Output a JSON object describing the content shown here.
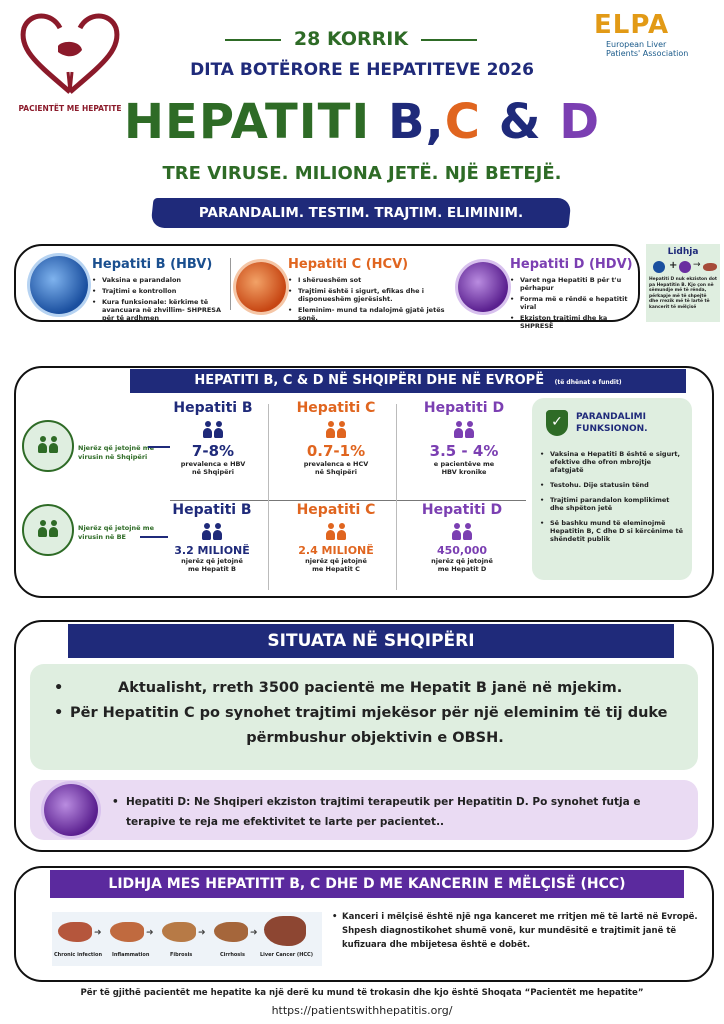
{
  "header": {
    "date": "28 KORRIK",
    "day": "DITA BOTËRORE E HEPATITEVE 2026",
    "title_main": "HEPATITI ",
    "title_b": "B,",
    "title_c": "C",
    "title_amp": " & ",
    "title_d": "D",
    "tagline": "TRE VIRUSE. MILIONA JETË. NJË  BETEJË.",
    "banner": "PARANDALIM. TESTIM. TRAJTIM. ELIMINIM."
  },
  "logo_left": {
    "caption": "PACIENTËT ME HEPATITE"
  },
  "logo_right": {
    "abbr": "ELPA",
    "line1": "European Liver",
    "line2": "Patients' Association"
  },
  "viruses": [
    {
      "title": "Hepatiti B (HBV)",
      "points": [
        "Vaksina e parandalon",
        "Trajtimi e kontrollon",
        "Kura funksionale: kërkime të avancuara në zhvillim- SHPRESA për të ardhmen"
      ]
    },
    {
      "title": "Hepatiti C (HCV)",
      "points": [
        "I shërueshëm sot",
        "Trajtimi është i sigurt, efikas dhe i disponueshëm gjerësisht.",
        "Eleminim- mund ta ndalojmë gjatë jetës sonë."
      ]
    },
    {
      "title": "Hepatiti D (HDV)",
      "points": [
        "Varet nga Hepatiti B për t'u përhapur",
        "Forma më e rëndë e hepatitit viral",
        "Ekziston trajtimi dhe ka SHPRESË"
      ]
    }
  ],
  "lidhja": {
    "title": "Lidhja",
    "text": "Hepatiti D nuk ekziston dot pa Hepatitin B. Kjo çon në sëmundje më të rënda, përkapje më të shpejtë dhe rrezik më të lartë të kancerit të mëlçisë"
  },
  "stats": {
    "heading": "HEPATITI B, C & D NË SHQIPËRI DHE NË  EVROPË",
    "heading_note": "(të dhënat e fundit)",
    "row1_label": "Njerëz që jetojnë me virusin në Shqipëri",
    "row2_label": "Njerëz që jetojnë me virusin në BE",
    "row1": [
      {
        "title": "Hepatiti B",
        "value": "7-8%",
        "note1": "prevalenca e HBV",
        "note2": "në Shqipëri"
      },
      {
        "title": "Hepatiti C",
        "value": "0.7-1%",
        "note1": "prevalenca e HCV",
        "note2": "në Shqipëri"
      },
      {
        "title": "Hepatiti D",
        "value": "3.5 - 4%",
        "note1": "e pacientëve me",
        "note2": "HBV kronike"
      }
    ],
    "row2": [
      {
        "title": "Hepatiti B",
        "value": "3.2 MILIONË",
        "note1": "njerëz që jetojnë",
        "note2": "me Hepatit B"
      },
      {
        "title": "Hepatiti C",
        "value": "2.4 MILIONË",
        "note1": "njerëz që jetojnë",
        "note2": "me Hepatit C"
      },
      {
        "title": "Hepatiti D",
        "value": "450,000",
        "note1": "njerëz që jetojnë",
        "note2": "me Hepatit D"
      }
    ]
  },
  "prevention": {
    "title1": "PARANDALIMI",
    "title2": "FUNKSIONON.",
    "points": [
      "Vaksina e Hepatiti B është e sigurt, efektive dhe ofron mbrojtje afatgjatë",
      "Testohu. Dije statusin tënd",
      "Trajtimi parandalon  komplikimet dhe shpëton jetë",
      "Së bashku mund të eleminojmë Hepatitin B, C dhe D si kërcënime të shëndetit publik"
    ]
  },
  "situation": {
    "heading": "SITUATA NË SHQIPËRI",
    "bullet1": "Aktualisht, rreth 3500 pacientë me Hepatit B janë në mjekim.",
    "bullet2a": "Për Hepatitin C po synohet trajtimi mjekësor për një eleminim të tij duke",
    "bullet2b": "përmbushur objektivin e OBSH.",
    "bullet3a": "Hepatiti D: Ne Shqiperi ekziston trajtimi terapeutik per Hepatitin D. Po synohet futja e",
    "bullet3b": "terapive te reja me efektivitet te larte per pacientet.."
  },
  "cancer": {
    "heading": "LIDHJA MES HEPATITIT B, C DHE D ME KANCERIN E MËLÇISË (HCC)",
    "stages": [
      "Chronic infection",
      "Inflammation",
      "Fibrosis",
      "Cirrhosis",
      "Liver Cancer (HCC)"
    ],
    "text": "Kanceri i mëlçisë është një nga kanceret me rritjen më të lartë në Evropë. Shpesh diagnostikohet shumë vonë, kur mundësitë e trajtimit janë të kufizuara dhe mbijetesa është e dobët."
  },
  "footer": {
    "line": "Për të gjithë pacientët me hepatite ka një derë ku mund të trokasin dhe kjo është Shoqata “Pacientët me hepatite”",
    "url": "https://patientswithhepatitis.org/"
  },
  "colors": {
    "navy": "#1f2a7a",
    "green": "#2e6b26",
    "orange": "#e0651f",
    "purple": "#7b3fb2",
    "mint": "#dfeee0",
    "lavender": "#eadbf3"
  }
}
